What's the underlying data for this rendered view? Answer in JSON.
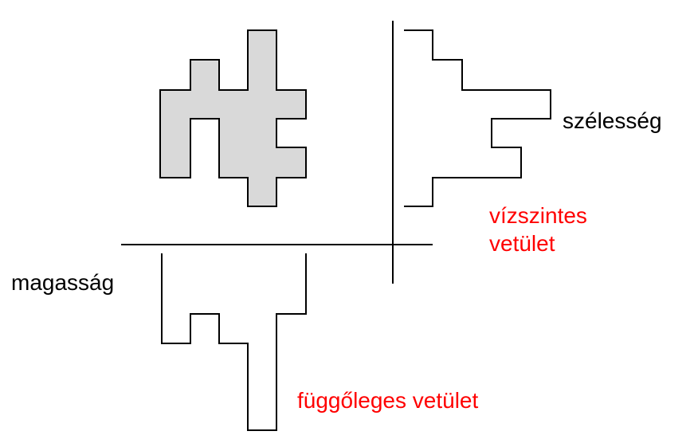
{
  "labels": {
    "width": "szélesség",
    "horizontal_projection_line1": "vízszintes",
    "horizontal_projection_line2": "vetület",
    "height": "magasság",
    "vertical_projection": "függőleges vetület"
  },
  "colors": {
    "shape_fill": "#d9d9d9",
    "stroke": "#000000",
    "caption": "#ff0000",
    "text": "#000000"
  }
}
